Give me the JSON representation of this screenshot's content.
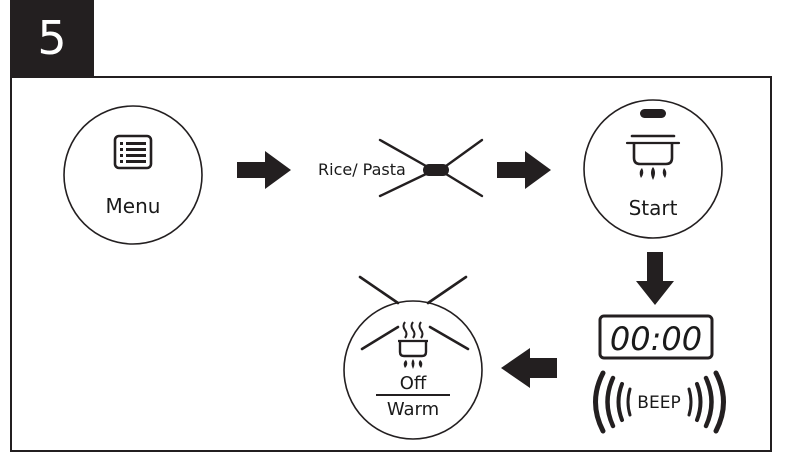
{
  "step_number": "5",
  "menu_button": {
    "label": "Menu",
    "icon": "menu-list-icon"
  },
  "rice_pasta": {
    "label": "Rice/ Pasta",
    "indicator": "blinking-light-icon"
  },
  "start_button": {
    "label": "Start",
    "icon": "pot-on-burner-icon"
  },
  "display": {
    "time": "00:00"
  },
  "beep": {
    "label": "BEEP",
    "icon": "sound-waves-icon"
  },
  "off_warm_button": {
    "label_top": "Off",
    "label_bottom": "Warm",
    "icon": "steaming-pot-icon"
  },
  "colors": {
    "ink": "#231f20",
    "background": "#ffffff"
  }
}
